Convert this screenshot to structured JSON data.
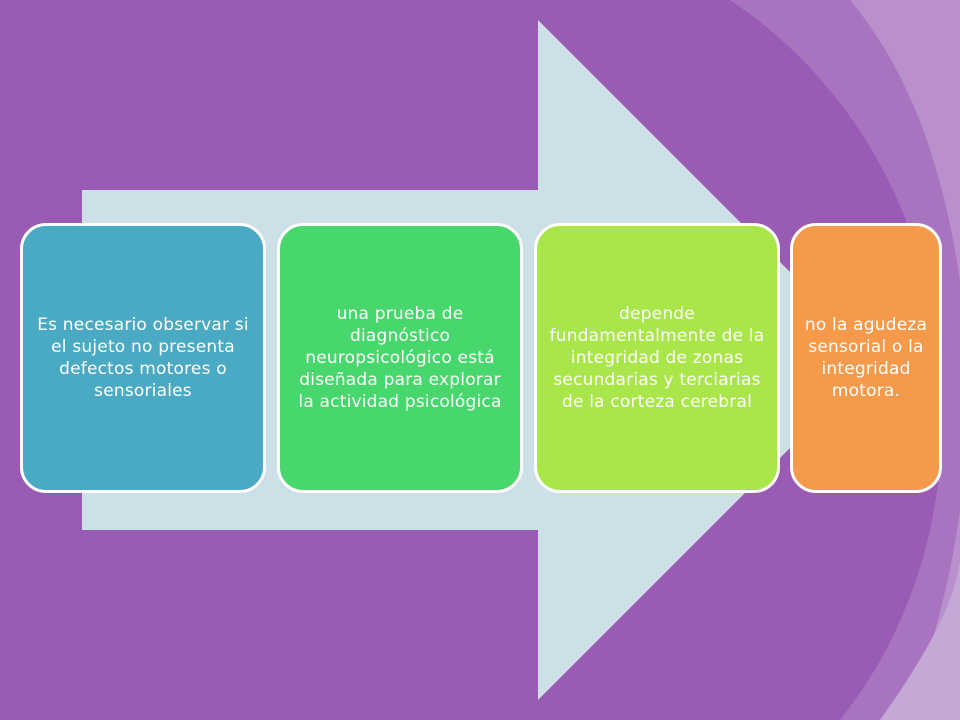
{
  "colors": {
    "background": "#9a5bb5",
    "arrow": "#cde0e8",
    "swirl_light": "#b990cc",
    "swirl_mid": "#a874c0",
    "swirl_pale": "#c4a8d6"
  },
  "steps": [
    {
      "text": "Es necesario observar si el sujeto no presenta defectos motores o sensoriales",
      "color": "#4aaac4"
    },
    {
      "text": "una prueba de diagnóstico neuropsicológico está diseñada para explorar la actividad psicológica",
      "color": "#48d76c"
    },
    {
      "text": "depende fundamentalmente de la integridad de zonas secundarias y terciarias de la corteza cerebral",
      "color": "#a9e64a"
    },
    {
      "text": "no la agudeza sensorial o la integridad motora.",
      "color": "#f5994a"
    }
  ]
}
